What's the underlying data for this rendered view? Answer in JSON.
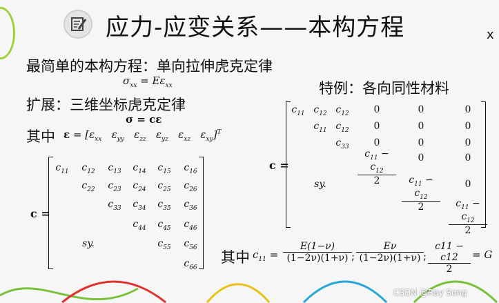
{
  "title": "应力-应变关系——本构方程",
  "close_label": "x",
  "line1": "最简单的本构方程：单向拉伸虎克定律",
  "hooke_1d": "σxx = Eεxx",
  "line2": "扩展：三维坐标虎克定律",
  "hooke_3d": "σ = cε",
  "where_label": "其中",
  "eps_vector": "ε = [εxx  εyy  εzz  εyz  εxz  εxy]ᵀ",
  "c_label": "c =",
  "general_matrix": {
    "rows": [
      [
        "c11",
        "c12",
        "c13",
        "c14",
        "c15",
        "c16"
      ],
      [
        "",
        "c22",
        "c23",
        "c24",
        "c25",
        "c26"
      ],
      [
        "",
        "",
        "c33",
        "c34",
        "c35",
        "c36"
      ],
      [
        "",
        "",
        "",
        "c44",
        "c45",
        "c46"
      ],
      [
        "",
        "sy.",
        "",
        "",
        "c55",
        "c56"
      ],
      [
        "",
        "",
        "",
        "",
        "",
        "c66"
      ]
    ]
  },
  "special_case": "特例：各向同性材料",
  "iso_matrix": {
    "rows": [
      [
        "c11",
        "c12",
        "c12",
        "0",
        "0",
        "0"
      ],
      [
        "",
        "c11",
        "c12",
        "0",
        "0",
        "0"
      ],
      [
        "",
        "",
        "c33",
        "0",
        "0",
        "0"
      ],
      [
        "",
        "",
        "",
        "(c11 − c12)/2",
        "0",
        "0"
      ],
      [
        "",
        "sy.",
        "",
        "",
        "(c11 − c12)/2",
        "0"
      ],
      [
        "",
        "",
        "",
        "",
        "",
        "(c11 − c12)/2"
      ]
    ],
    "frac_num": "c11 − c12",
    "frac_den": "2",
    "sym_label": "sy."
  },
  "bottom_where": "其中",
  "formula": {
    "c11_label": "c11 =",
    "f1_num": "E(1−ν)",
    "f1_den": "(1−2ν)(1+ν)",
    "f2_num": "Eν",
    "f2_den": "(1−2ν)(1+ν)",
    "f3_num": "c11 − c12",
    "f3_den": "2",
    "equals_g": "= G",
    "sep": ";"
  },
  "watermark": "CSDN @Ray Song",
  "colors": {
    "wave_red": "#e0322f",
    "wave_yellow": "#e8c21a",
    "wave_blue": "#2aa7d6",
    "wave_green": "#7ac13a",
    "bg": "#f6f6f6"
  }
}
